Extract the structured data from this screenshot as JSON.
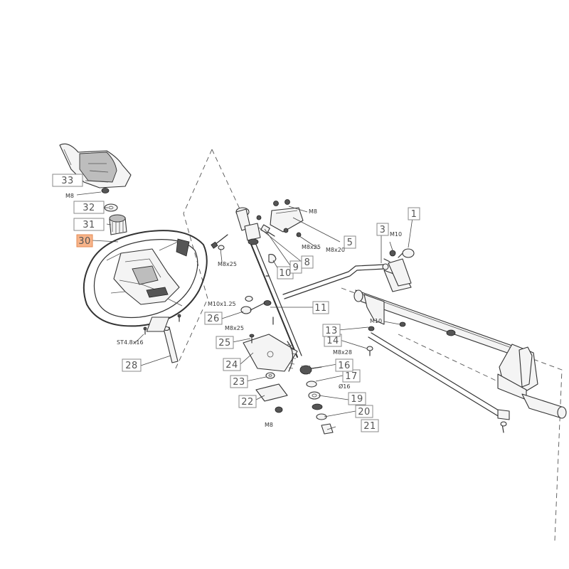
{
  "callouts": [
    {
      "id": "c33",
      "num": "33"
    },
    {
      "id": "c32",
      "num": "32"
    },
    {
      "id": "c31",
      "num": "31"
    },
    {
      "id": "c30",
      "num": "30",
      "highlight": true
    },
    {
      "id": "c28",
      "num": "28"
    },
    {
      "id": "c26",
      "num": "26"
    },
    {
      "id": "c25",
      "num": "25"
    },
    {
      "id": "c24",
      "num": "24"
    },
    {
      "id": "c23",
      "num": "23"
    },
    {
      "id": "c22",
      "num": "22"
    },
    {
      "id": "c21",
      "num": "21"
    },
    {
      "id": "c20",
      "num": "20"
    },
    {
      "id": "c19",
      "num": "19"
    },
    {
      "id": "c17",
      "num": "17"
    },
    {
      "id": "c16",
      "num": "16"
    },
    {
      "id": "c14",
      "num": "14"
    },
    {
      "id": "c13",
      "num": "13"
    },
    {
      "id": "c11",
      "num": "11"
    },
    {
      "id": "c10",
      "num": "10"
    },
    {
      "id": "c9",
      "num": "9"
    },
    {
      "id": "c8",
      "num": "8"
    },
    {
      "id": "c5",
      "num": "5"
    },
    {
      "id": "c3",
      "num": "3"
    },
    {
      "id": "c1",
      "num": "1"
    }
  ],
  "labels": {
    "m8_top": "M8",
    "st48x16": "ST4.8x16",
    "m8_bracket": "M8",
    "m8x25_a": "M8x25",
    "m8x20": "M8x20",
    "m8x25_b": "M8x25",
    "m10x125": "M10x1.25",
    "m8x25_c": "M8x25",
    "m8_bottom": "M8",
    "o16": "Ø16",
    "m10_top": "M10",
    "m10_mid": "M10",
    "m8x28": "M8x28"
  },
  "colors": {
    "highlight_fill": "#f7b48a",
    "highlight_stroke": "#e58a52",
    "callout_text": "#555555",
    "line": "#333333"
  }
}
